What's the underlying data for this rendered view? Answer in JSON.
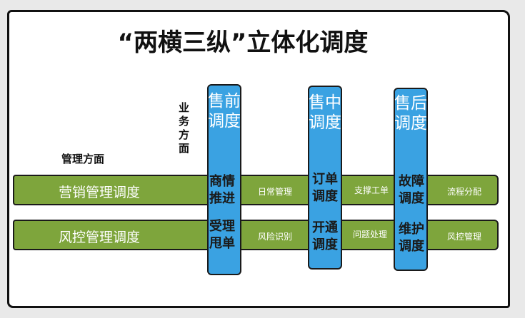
{
  "title": "“两横三纵”立体化调度",
  "axis_labels": {
    "management": "管理方面",
    "business": "业务方面"
  },
  "rows": [
    {
      "label": "营销管理调度"
    },
    {
      "label": "风控管理调度"
    }
  ],
  "columns": [
    {
      "header": "售前调度",
      "cells": [
        "商情推进",
        "受理甩单"
      ]
    },
    {
      "header": "售中调度",
      "cells": [
        "订单调度",
        "开通调度"
      ]
    },
    {
      "header": "售后调度",
      "cells": [
        "故障调度",
        "维护调度"
      ]
    }
  ],
  "between_labels": [
    [
      "日常管理",
      "支撑工单",
      "流程分配"
    ],
    [
      "风险识别",
      "问题处理",
      "风控管理"
    ]
  ],
  "colors": {
    "green": "#7ea53c",
    "blue": "#3aa2e2"
  }
}
